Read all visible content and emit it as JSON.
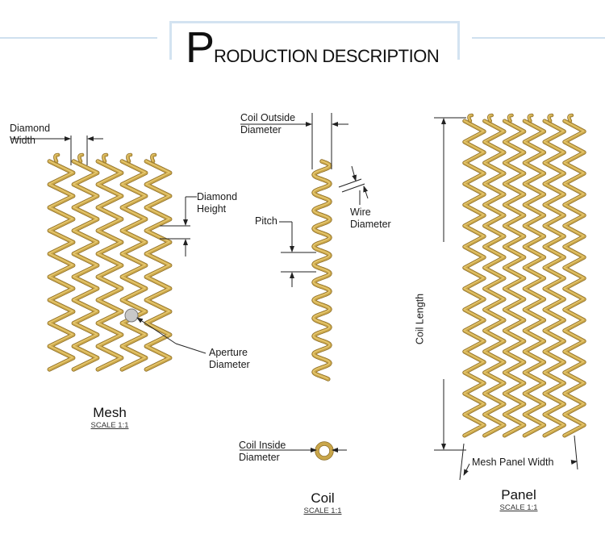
{
  "header": {
    "title_first_letter": "P",
    "title_rest": "RODUCTION DESCRIPTION",
    "accent_color": "#d3e3f1"
  },
  "wire_colors": {
    "body": "#c9a64a",
    "highlight": "#e8c96f",
    "shadow": "#8a6a24"
  },
  "mesh": {
    "title": "Mesh",
    "scale": "SCALE 1:1",
    "labels": {
      "diamond_width": [
        "Diamond",
        "Width"
      ],
      "diamond_height": [
        "Diamond",
        "Height"
      ],
      "aperture_diameter": [
        "Aperture",
        "Diameter"
      ]
    }
  },
  "coil": {
    "title": "Coil",
    "scale": "SCALE 1:1",
    "labels": {
      "coil_outside_diameter": [
        "Coil Outside",
        "Diameter"
      ],
      "wire_diameter": [
        "Wire",
        "Diameter"
      ],
      "pitch": "Pitch",
      "coil_inside_diameter": [
        "Coil Inside",
        "Diameter"
      ]
    }
  },
  "panel": {
    "title": "Panel",
    "scale": "SCALE 1:1",
    "labels": {
      "coil_length": "Coil Length",
      "mesh_panel_width": "Mesh Panel Width"
    }
  }
}
